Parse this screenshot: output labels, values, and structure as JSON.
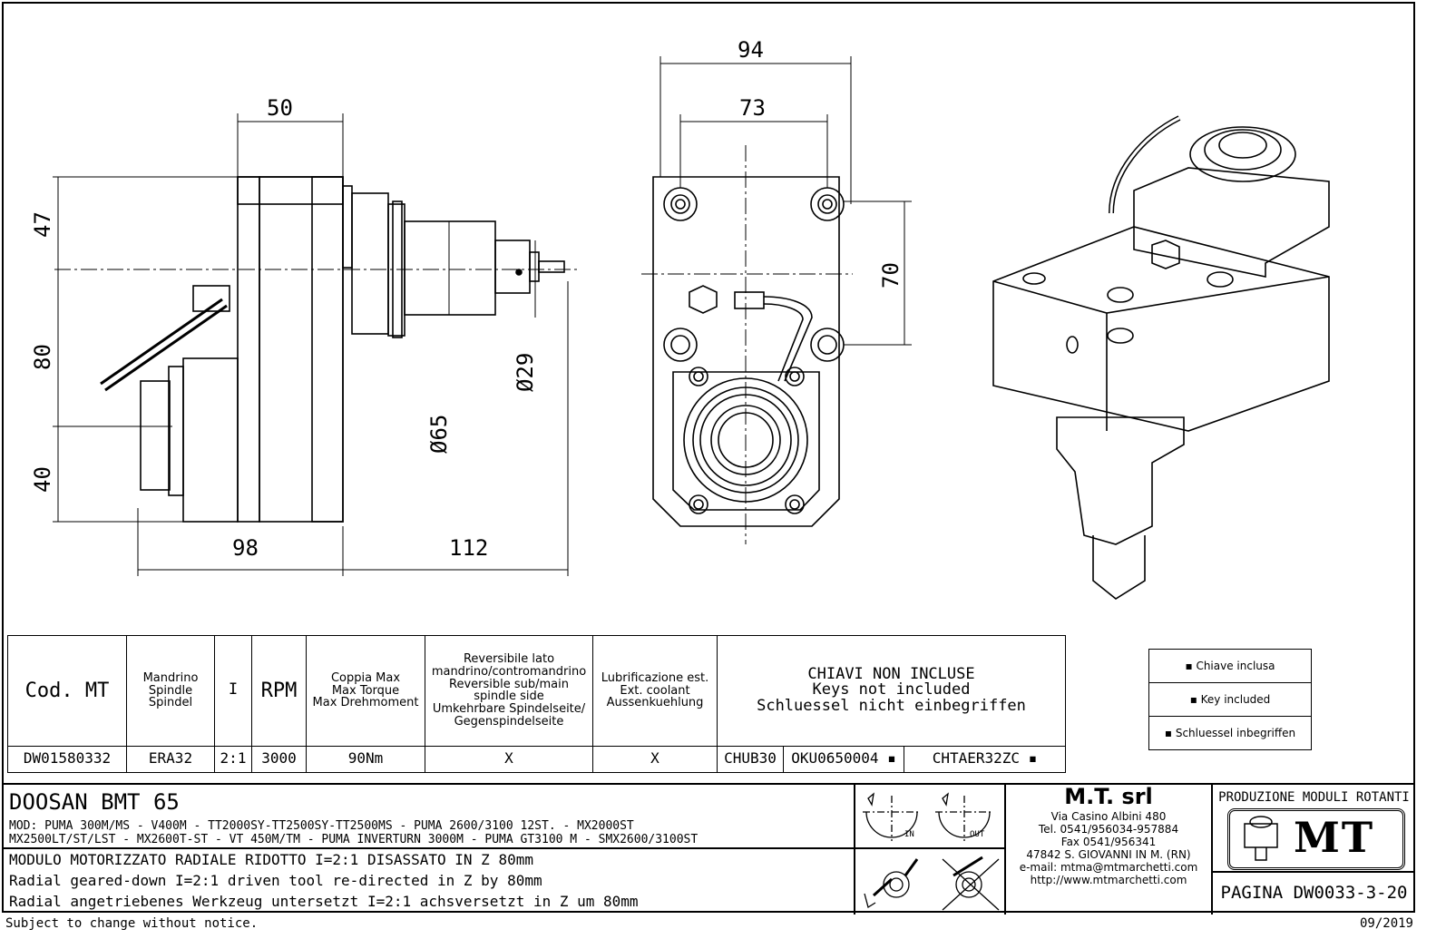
{
  "dimensions": {
    "d50": "50",
    "d94": "94",
    "d73": "73",
    "d47": "47",
    "d80": "80",
    "d40": "40",
    "d98": "98",
    "d112": "112",
    "d70": "70",
    "d65": "Ø65",
    "d29": "Ø29"
  },
  "spec_table": {
    "headers": {
      "cod": "Cod. MT",
      "mandrino": [
        "Mandrino",
        "Spindle",
        "Spindel"
      ],
      "ratio": "I",
      "rpm": "RPM",
      "torque": [
        "Coppia Max",
        "Max Torque",
        "Max Drehmoment"
      ],
      "reversible": [
        "Reversibile lato",
        "mandrino/contromandrino",
        "Reversible sub/main",
        "spindle side",
        "Umkehrbare Spindelseite/",
        "Gegenspindelseite"
      ],
      "coolant": [
        "Lubrificazione est.",
        "Ext. coolant",
        "Aussenkuehlung"
      ],
      "keys": [
        "CHIAVI NON INCLUSE",
        "Keys not included",
        "Schluessel nicht einbegriffen"
      ]
    },
    "row": {
      "cod": "DW01580332",
      "mandrino": "ERA32",
      "ratio": "2:1",
      "rpm": "3000",
      "torque": "90Nm",
      "reversible": "X",
      "coolant": "X",
      "key1": "CHUB30",
      "key2": "OKU0650004 ▪",
      "key3": "CHTAER32ZC ▪"
    }
  },
  "keys_legend": [
    "▪ Chiave inclusa",
    "▪ Key included",
    "▪ Schluessel inbegriffen"
  ],
  "title_block": {
    "machine": "DOOSAN   BMT 65",
    "models_1": "MOD: PUMA 300M/MS - V400M - TT2000SY-TT2500SY-TT2500MS - PUMA 2600/3100 12ST. - MX2000ST",
    "models_2": "MX2500LT/ST/LST - MX2600T-ST - VT 450M/TM - PUMA INVERTURN 3000M - PUMA GT3100 M - SMX2600/3100ST",
    "desc_it": "MODULO MOTORIZZATO RADIALE RIDOTTO I=2:1 DISASSATO IN Z 80mm",
    "desc_en": "Radial geared-down I=2:1 driven tool re-directed in Z by 80mm",
    "desc_de": "Radial angetriebenes Werkzeug untersetzt I=2:1 achsversetzt in Z um 80mm",
    "in_label": "IN",
    "out_label": "OUT",
    "company": "M.T. srl",
    "address": [
      "Via Casino Albini 480",
      "Tel. 0541/956034-957884",
      "Fax 0541/956341",
      "47842 S. GIOVANNI IN M. (RN)",
      "e-mail: mtma@mtmarchetti.com",
      "http://www.mtmarchetti.com"
    ],
    "production": "PRODUZIONE MODULI ROTANTI",
    "logo_text": "MT",
    "page": "PAGINA DW0033-3-20"
  },
  "footer": {
    "notice": "Subject to change without notice.",
    "date": "09/2019"
  }
}
